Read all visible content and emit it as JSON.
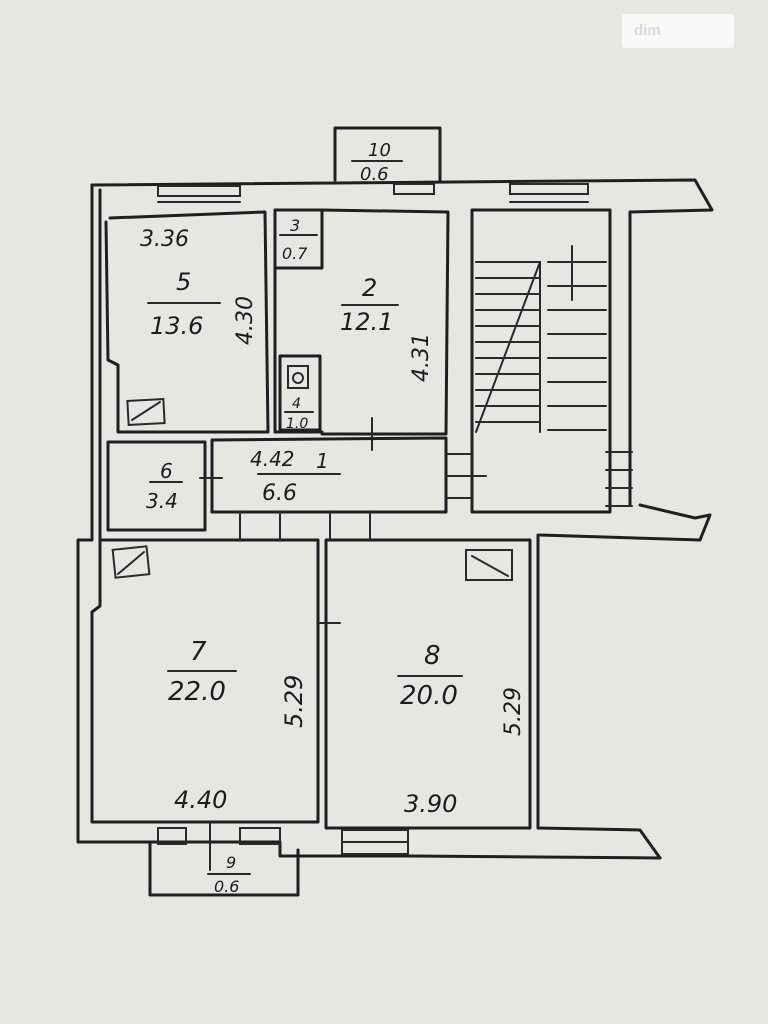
{
  "watermark": {
    "text": "dim"
  },
  "rooms": {
    "r1": {
      "number": "1",
      "area": "6.6",
      "dim": "4.42"
    },
    "r2": {
      "number": "2",
      "area": "12.1",
      "dim": "4.31"
    },
    "r3": {
      "number": "3",
      "area": "0.7"
    },
    "r4": {
      "number": "4",
      "area": "1.0"
    },
    "r5": {
      "number": "5",
      "area": "13.6",
      "dim_width": "3.36",
      "dim_height": "4.30"
    },
    "r6": {
      "number": "6",
      "area": "3.4"
    },
    "r7": {
      "number": "7",
      "area": "22.0",
      "dim_width": "4.40",
      "dim_height": "5.29"
    },
    "r8": {
      "number": "8",
      "area": "20.0",
      "dim_width": "3.90",
      "dim_height": "5.29"
    },
    "r9": {
      "number": "9",
      "area": "0.6"
    },
    "r10": {
      "number": "10",
      "area": "0.6"
    }
  }
}
